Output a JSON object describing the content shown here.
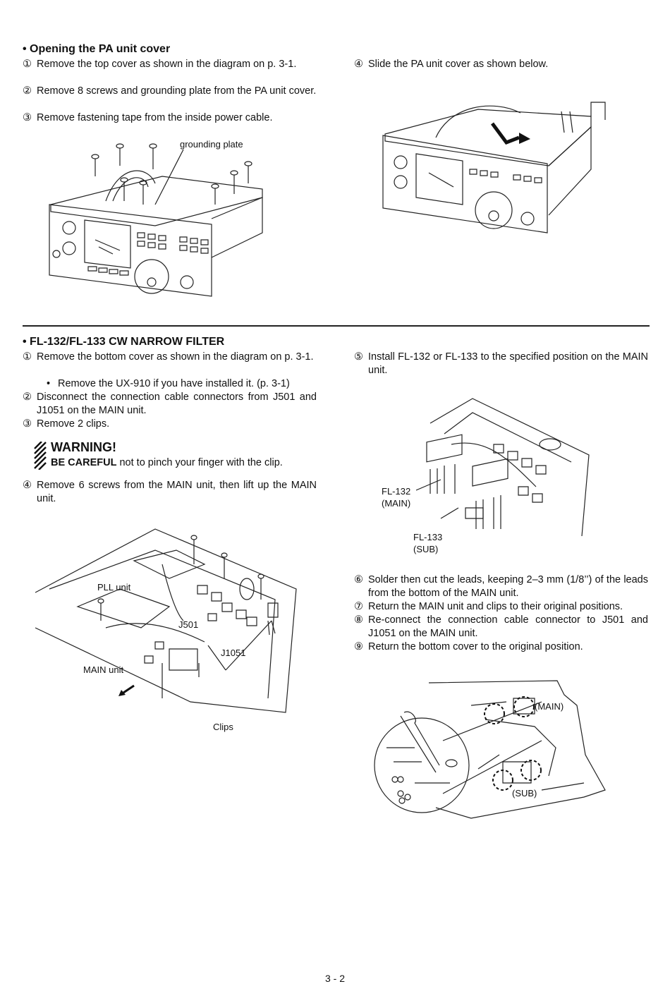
{
  "section1": {
    "heading": "• Opening the PA unit cover",
    "steps": [
      {
        "num": "①",
        "text": "Remove the top cover as shown in the diagram on p. 3-1."
      },
      {
        "num": "②",
        "text": "Remove 8 screws and grounding plate from the PA unit cover."
      },
      {
        "num": "③",
        "text": "Remove fastening tape from the inside power cable."
      },
      {
        "num": "④",
        "text": "Slide the PA unit cover as shown below."
      }
    ],
    "fig_label_grounding": "grounding plate"
  },
  "section2": {
    "heading": "• FL-132/FL-133 CW NARROW FILTER",
    "steps": [
      {
        "num": "①",
        "text": "Remove the bottom cover as shown in the diagram on p. 3-1."
      },
      {
        "num": "•",
        "text": "Remove the UX-910 if you have installed it. (p. 3-1)"
      },
      {
        "num": "②",
        "text": "Disconnect the connection cable connectors from J501 and J1051 on the MAIN unit."
      },
      {
        "num": "③",
        "text": "Remove 2 clips."
      },
      {
        "num": "④",
        "text": "Remove 6 screws from the MAIN unit, then lift up the MAIN unit."
      },
      {
        "num": "⑤",
        "text": "Install FL-132 or FL-133 to the specified position on the MAIN unit."
      },
      {
        "num": "⑥",
        "text": "Solder then cut the leads, keeping 2–3 mm (1/8’’) of the leads from the bottom of the MAIN unit."
      },
      {
        "num": "⑦",
        "text": "Return the MAIN unit and clips to their original positions."
      },
      {
        "num": "⑧",
        "text": "Re-connect the connection cable connector to J501 and J1051 on the MAIN unit."
      },
      {
        "num": "⑨",
        "text": "Return the bottom cover to the original position."
      }
    ],
    "warning": {
      "title": "WARNING!",
      "bold": "BE CAREFUL",
      "rest": " not to pinch your finger with the clip."
    },
    "fig_labels": {
      "pll": "PLL unit",
      "j501": "J501",
      "j1051": "J1051",
      "main_unit": "MAIN unit",
      "clips": "Clips",
      "fl132": "FL-132",
      "fl132_sub": "(MAIN)",
      "fl133": "FL-133",
      "fl133_sub": "(SUB)",
      "main": "(MAIN)",
      "sub": "(SUB)"
    }
  },
  "page_number": "3 - 2"
}
